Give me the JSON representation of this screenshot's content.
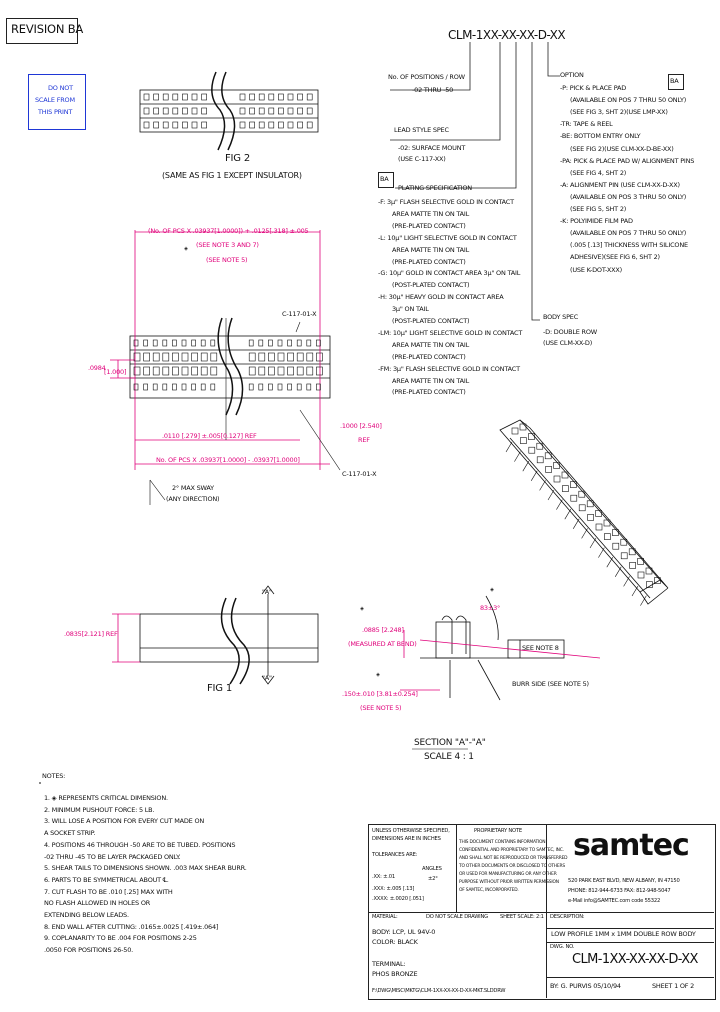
{
  "revision": "REVISION BA",
  "part_number": "CLM-1XX-XX-XX-D-XX",
  "no_scale": [
    "DO NOT",
    "SCALE FROM",
    "THIS PRINT"
  ],
  "part_callout": {
    "positions_title": "No. OF POSITIONS / ROW",
    "positions_range": "-02 THRU -50",
    "lead_style_title": "LEAD STYLE SPEC",
    "lead_style": [
      "-02: SURFACE MOUNT",
      "(USE C-117-XX)"
    ],
    "ba_tag": "BA",
    "plating_title": "PLATING SPECIFICATION",
    "plating": [
      "-F: 3µ\" FLASH SELECTIVE GOLD IN CONTACT",
      "AREA MATTE TIN ON TAIL",
      "(PRE-PLATED CONTACT)",
      "-L: 10µ\" LIGHT SELECTIVE GOLD IN CONTACT",
      "AREA MATTE TIN ON TAIL",
      "(PRE-PLATED CONTACT)",
      "-G: 10µ\" GOLD IN CONTACT AREA 3µ\" ON TAIL",
      "(POST-PLATED CONTACT)",
      "-H: 30µ\" HEAVY GOLD IN CONTACT AREA",
      "3µ\" ON TAIL",
      "(POST-PLATED CONTACT)",
      "-LM: 10µ\" LIGHT SELECTIVE GOLD IN CONTACT",
      "AREA MATTE TIN ON TAIL",
      "(PRE-PLATED CONTACT)",
      "-FM: 3µ\" FLASH SELECTIVE GOLD IN CONTACT",
      "AREA MATTE TIN ON TAIL",
      "(PRE-PLATED CONTACT)"
    ],
    "body_title": "BODY SPEC",
    "body": [
      "-D: DOUBLE ROW",
      "(USE CLM-XX-D)"
    ],
    "option_title": "OPTION",
    "option_ba": "BA",
    "options": [
      "-P: PICK & PLACE PAD",
      "(AVAILABLE ON POS 7 THRU 50 ONLY)",
      "(SEE FIG 3, SHT 2)(USE LMP-XX)",
      "-TR: TAPE & REEL",
      "-BE: BOTTOM ENTRY ONLY",
      "(SEE FIG 2)(USE CLM-XX-D-BE-XX)",
      "-PA: PICK & PLACE PAD W/ ALIGNMENT PINS",
      "(SEE FIG 4, SHT 2)",
      "-A: ALIGNMENT PIN (USE CLM-XX-D-XX)",
      "(AVAILABLE ON POS 3 THRU 50 ONLY)",
      "(SEE FIG 5, SHT 2)",
      "-K: POLYIMIDE FILM PAD",
      "(AVAILABLE ON POS 7 THRU 50 ONLY)",
      "(.005 [.13] THICKNESS WITH SILICONE",
      "ADHESIVE)(SEE FIG 6, SHT 2)",
      "(USE K-DOT-XXX)"
    ]
  },
  "fig2": {
    "label": "FIG 2",
    "sub": "(SAME AS FIG 1 EXCEPT INSULATOR)"
  },
  "dims": {
    "overall": "(No. OF PCS X .03937[1.0000]) + .0125[.318] ±.005",
    "see_note_3_7": "(SEE NOTE 3 AND 7)",
    "see_note_5a": "(SEE NOTE 5)",
    "height_a": ".0984",
    "height_b": "[1.000]",
    "pitch": ".0110 [.279] ±.005[0.127] REF",
    "pitch_total": "No. OF PCS X .03937[1.0000] - .03937[1.0000]",
    "spacing": ".1000 [2.540]",
    "ref": "REF",
    "twist": "2° MAX SWAY",
    "twist_dir": "(ANY DIRECTION)",
    "c117_top": "C-117-01-X",
    "c117_bot": "C-117-01-X",
    "fig1_height": ".0835[2.121] REF",
    "fig1_label": "FIG 1",
    "a_top": "\"A\"",
    "a_bot": "\"A\"",
    "section_height": ".0885 [2.248]",
    "section_measured": "(MEASURED AT BEND)",
    "angle": "83±3°",
    "see_note_8": "SEE NOTE 8",
    "burr": "BURR SIDE (SEE NOTE 5)",
    "thick": ".150±.010 [3.81±0.254]",
    "see_note_5b": "(SEE NOTE 5)",
    "section_label": "SECTION \"A\"-\"A\"",
    "scale": "SCALE 4 : 1"
  },
  "notes": {
    "title": "NOTES:",
    "items": [
      "1. ◈ REPRESENTS CRITICAL DIMENSION.",
      "2. MINIMUM PUSHOUT FORCE: 5 LB.",
      "3. WILL LOSE A POSITION FOR EVERY CUT MADE ON",
      "    A SOCKET STRIP.",
      "4. POSITIONS 46 THROUGH -50 ARE TO BE TUBED. POSITIONS",
      "    -02 THRU -45 TO BE LAYER PACKAGED ONLY.",
      "5. SHEAR TAILS TO DIMENSIONS SHOWN. .003 MAX SHEAR BURR.",
      "6. PARTS TO BE SYMMETRICAL ABOUT ℄.",
      "7. CUT FLASH TO BE .010 [.25] MAX WITH",
      "    NO FLASH ALLOWED IN HOLES OR",
      "    EXTENDING BELOW LEADS.",
      "8. END WALL AFTER CUTTING: .0165±.0025 [.419±.064]",
      "9. COPLANARITY TO BE .004 FOR POSITIONS 2-25",
      "    .0050 FOR POSITIONS 26-50."
    ]
  },
  "title_block": {
    "tol_head": [
      "UNLESS OTHERWISE SPECIFIED,",
      "DIMENSIONS ARE IN INCHES",
      "TOLERANCES ARE:"
    ],
    "tol_decimals": ".XX: ±.01",
    "tol_angles_label": "ANGLES",
    "tol_angle": "±2°",
    "tol_x3": ".XXX: ±.005 [.13]",
    "tol_x4": ".XXXX: ±.0020 [.051]",
    "proprietary_title": "PROPRIETARY NOTE",
    "proprietary": [
      "THIS DOCUMENT CONTAINS INFORMATION",
      "CONFIDENTIAL AND PROPRIETARY TO SAMTEC, INC.",
      "AND SHALL NOT BE REPRODUCED OR TRANSFERRED",
      "TO OTHER DOCUMENTS OR DISCLOSED TO OTHERS",
      "OR USED FOR MANUFACTURING OR ANY OTHER",
      "PURPOSE WITHOUT PRIOR WRITTEN PERMISSION",
      "OF SAMTEC, INCORPORATED."
    ],
    "logo": "samtec",
    "address": [
      "520 PARK EAST BLVD, NEW ALBANY, IN 47150",
      "PHONE: 812-944-6733   FAX: 812-948-5047",
      "e-Mail info@SAMTEC.com   code 55322"
    ],
    "material_label": "MATERIAL:",
    "material": [
      "BODY: LCP, UL 94V-0",
      "COLOR: BLACK",
      "",
      "TERMINAL:",
      "PHOS BRONZE"
    ],
    "f_label": "DO NOT SCALE DRAWING",
    "sheet_scale": "SHEET SCALE: 2:1",
    "desc_label": "DESCRIPTION:",
    "desc": "LOW PROFILE 1MM x 1MM DOUBLE ROW BODY",
    "dwg_label": "DWG. NO.",
    "dwg": "CLM-1XX-XX-XX-D-XX",
    "by": "BY:  G. PURVIS   05/10/94",
    "sheet": "SHEET 1 OF 2",
    "path": "F:\\DWG\\MISC\\MKTG\\CLM-1XX-XX-XX-D-XX-MKT.SLDDRW"
  }
}
